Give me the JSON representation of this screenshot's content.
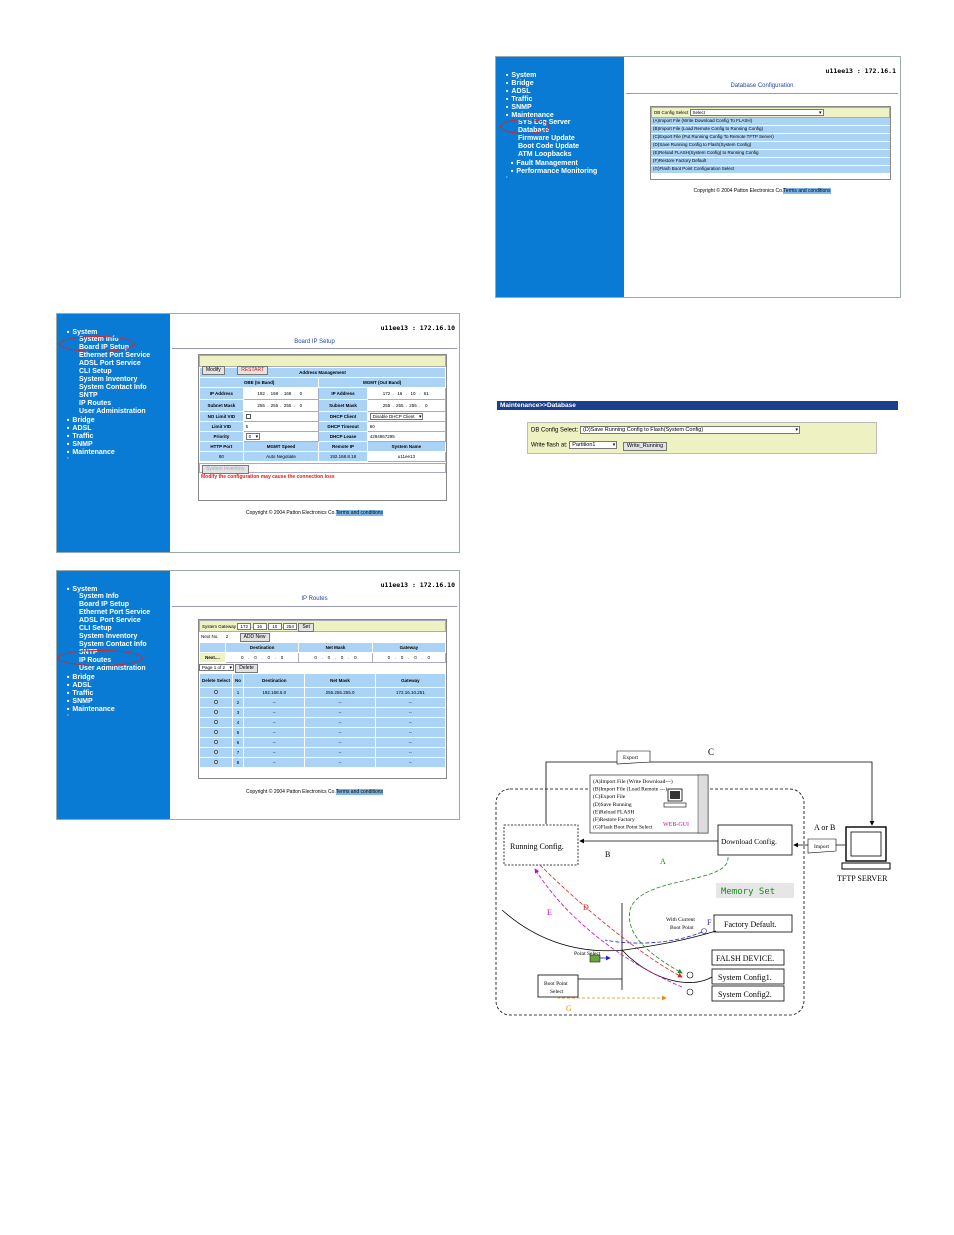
{
  "colors": {
    "sidebar": "#0a7bd4",
    "row": "#abd3f5",
    "yellow": "#eef2c3",
    "bar": "#1a3f8e",
    "warning": "#e21b1b"
  },
  "menu1": [
    {
      "label": "System",
      "lvl": 0
    },
    {
      "label": "System Info",
      "lvl": 1
    },
    {
      "label": "Board IP Setup",
      "lvl": 1
    },
    {
      "label": "Ethernet Port Service",
      "lvl": 1
    },
    {
      "label": "ADSL Port Service",
      "lvl": 1
    },
    {
      "label": "CLI Setup",
      "lvl": 1
    },
    {
      "label": "System Inventory",
      "lvl": 1
    },
    {
      "label": "System Contact Info",
      "lvl": 1
    },
    {
      "label": "SNTP",
      "lvl": 1
    },
    {
      "label": "IP Routes",
      "lvl": 1
    },
    {
      "label": "User Administration",
      "lvl": 1
    },
    {
      "label": "Bridge",
      "lvl": 0
    },
    {
      "label": "ADSL",
      "lvl": 0
    },
    {
      "label": "Traffic",
      "lvl": 0
    },
    {
      "label": "SNMP",
      "lvl": 0
    },
    {
      "label": "Maintenance",
      "lvl": 0
    }
  ],
  "menu2": [
    {
      "label": "System",
      "lvl": 0
    },
    {
      "label": "System Info",
      "lvl": 1
    },
    {
      "label": "Board IP Setup",
      "lvl": 1
    },
    {
      "label": "Ethernet Port Service",
      "lvl": 1
    },
    {
      "label": "ADSL Port Service",
      "lvl": 1
    },
    {
      "label": "CLI Setup",
      "lvl": 1
    },
    {
      "label": "System Inventory",
      "lvl": 1
    },
    {
      "label": "System Contact Info",
      "lvl": 1
    },
    {
      "label": "SNTP",
      "lvl": 1
    },
    {
      "label": "IP Routes",
      "lvl": 1
    },
    {
      "label": "User Administration",
      "lvl": 1
    },
    {
      "label": "Bridge",
      "lvl": 0
    },
    {
      "label": "ADSL",
      "lvl": 0
    },
    {
      "label": "Traffic",
      "lvl": 0
    },
    {
      "label": "SNMP",
      "lvl": 0
    },
    {
      "label": "Maintenance",
      "lvl": 0
    }
  ],
  "menu3": [
    {
      "label": "System",
      "lvl": 0
    },
    {
      "label": "Bridge",
      "lvl": 0
    },
    {
      "label": "ADSL",
      "lvl": 0
    },
    {
      "label": "Traffic",
      "lvl": 0
    },
    {
      "label": "SNMP",
      "lvl": 0
    },
    {
      "label": "Maintenance",
      "lvl": 0
    },
    {
      "label": "SYS Log Server",
      "lvl": 1
    },
    {
      "label": "Database",
      "lvl": 1
    },
    {
      "label": "Firmware Update",
      "lvl": 1
    },
    {
      "label": "Boot Code Update",
      "lvl": 1
    },
    {
      "label": "ATM Loopbacks",
      "lvl": 1
    },
    {
      "label": "Fault Management",
      "lvl": 1,
      "exp": true
    },
    {
      "label": "Performance Monitoring",
      "lvl": 1,
      "exp": true
    }
  ],
  "board": {
    "host": "u11ee13 : 172.16.10",
    "title": "Board IP Setup",
    "modify": "Modify",
    "restart": "RESTART",
    "section": "Address Management",
    "inband": "OBE (In Band)",
    "outband": "MGMT (Out Band)",
    "ip_label": "IP Address",
    "mask_label": "Subnet Mask",
    "ip_in": [
      "192",
      "168",
      "168",
      "0"
    ],
    "ip_out": [
      "172",
      "16",
      "10",
      "61"
    ],
    "mask_in": [
      "255",
      "255",
      "255",
      "0"
    ],
    "mask_out": [
      "255",
      "255",
      "255",
      "0"
    ],
    "nolimit": "NO Limit VID",
    "dhcp_client": "DHCP Client",
    "dhcp_sel": "Disable DHCP Client",
    "limit_vid": "Limit VID",
    "limit_val": "5",
    "dhcp_timeout": "DHCP Timeout",
    "timeout_val": "60",
    "priority": "Priority",
    "priority_val": "0",
    "dhcp_lease": "DHCP Lease",
    "lease_val": "4294967295",
    "hdr": [
      "HTTP Port",
      "MGMT Speed",
      "Remote IP",
      "System Name"
    ],
    "vals": [
      "80",
      "Auto Negotiate",
      "192.168.8.18",
      "u11ee13"
    ],
    "inv": "System Inventory",
    "warn": "Modify the configuration may cause the connection loss",
    "copy": "Copyright © 2004 Patton Electronics Co.",
    "terms": "Terms and conditions"
  },
  "routes": {
    "host": "u11ee13 : 172.16.10",
    "title": "IP Routes",
    "gw_label": "System Gateway",
    "gw": [
      "172",
      "16",
      "10",
      "254"
    ],
    "set": "Set",
    "next_label": "Next No.",
    "next_val": "2",
    "add": "ADD New",
    "hdr": [
      "Destination",
      "Net Mask",
      "Gateway"
    ],
    "next_row": "Next....",
    "dest_in": [
      "0",
      "0",
      "0",
      "0"
    ],
    "mask_in": [
      "0",
      "0",
      "0",
      "0"
    ],
    "gw_in": [
      "0",
      "0",
      "0",
      "0"
    ],
    "page": "Page 1 of 2",
    "delete": "Delete",
    "thdr": [
      "Delete Select",
      "No",
      "Destination",
      "Net Mask",
      "Gateway"
    ],
    "rows": [
      [
        "1",
        "192.168.5.0",
        "255.255.255.0",
        "172.16.10.251"
      ],
      [
        "2",
        "--",
        "--",
        "--"
      ],
      [
        "3",
        "--",
        "--",
        "--"
      ],
      [
        "4",
        "--",
        "--",
        "--"
      ],
      [
        "5",
        "--",
        "--",
        "--"
      ],
      [
        "6",
        "--",
        "--",
        "--"
      ],
      [
        "7",
        "--",
        "--",
        "--"
      ],
      [
        "8",
        "--",
        "--",
        "--"
      ]
    ],
    "copy": "Copyright © 2004 Patton Electronics Co.",
    "terms": "Terms and conditions"
  },
  "db": {
    "host": "u11ee13 : 172.16.1",
    "title": "Database Configuration",
    "select_label": "DB Config Select",
    "select_val": "Select",
    "options": [
      "(A)Import File (Write Download Config To FLASH)",
      "(B)Import File (Load Remote Config to Running Config)",
      "(C)Export File (Put Running Config To Remote TFTP Server)",
      "(D)Save Running Config to Flash(System Config)",
      "(E)Reload FLASH(System Config) to Running Config",
      "(F)Restore Factory Default",
      "(G)Flash Boot Point Configuration Select"
    ],
    "copy": "Copyright © 2004 Patton Electronics Co.",
    "terms": "Terms and conditions"
  },
  "maint": {
    "crumb": "Maintenance>>Database",
    "db_label": "DB Config Select:",
    "db_val": "(D)Save Running Config to Flash(System Config)",
    "wf_label": "Write flash at:",
    "wf_val": "Partition1",
    "btn": "Write_Running"
  },
  "diagram": {
    "export": "Export",
    "c": "C",
    "aorb": "A or B",
    "import": "Import",
    "server": "TFTP SERVER",
    "running": "Running Config.",
    "download": "Download Config.",
    "b": "B",
    "a": "A",
    "memory": "Memory Set",
    "with_current": "With Current",
    "boot_point": "Boot Point",
    "f": "F",
    "factory": "Factory Default.",
    "d": "D",
    "e": "E",
    "point_select": "Point Select",
    "flash": "FALSH DEVICE.",
    "sys1": "System Config1.",
    "sys2": "System Config2.",
    "bps1": "Boot Point",
    "bps2": "Select",
    "g": "G",
    "webgui": "WEB-GUI",
    "menu": [
      "(A)Import File (Write Download---)",
      "(B)Import File (Load Remote ---)",
      "(C)Export File",
      "(D)Save Running",
      "(E)Reload FLASH",
      "(F)Restore Factory",
      "(G)Flash Boot Point Select"
    ]
  }
}
